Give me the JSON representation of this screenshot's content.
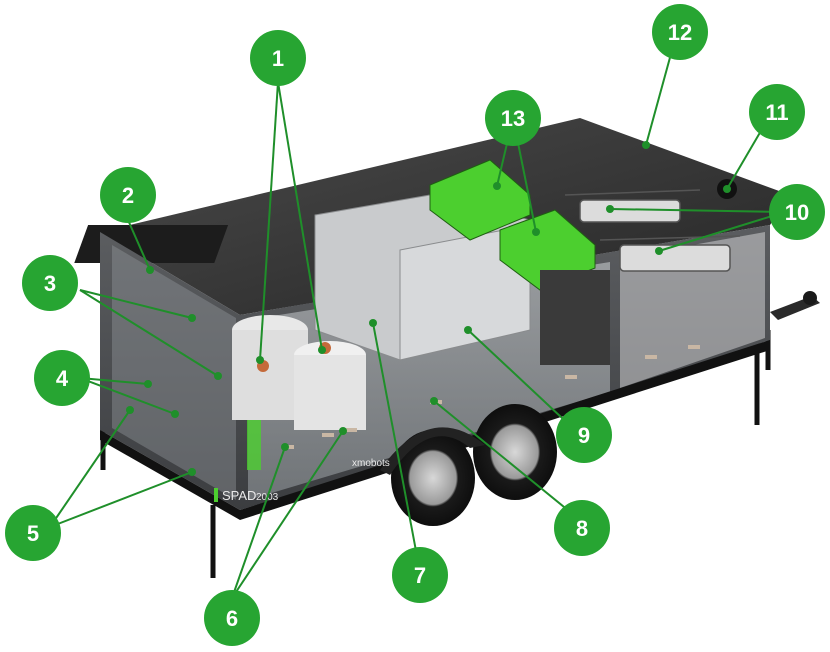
{
  "diagram": {
    "branding": {
      "model": "SPAD",
      "model_number": "2003",
      "maker": "xmobots"
    },
    "callouts": [
      {
        "id": "1",
        "label": "1"
      },
      {
        "id": "2",
        "label": "2"
      },
      {
        "id": "3",
        "label": "3"
      },
      {
        "id": "4",
        "label": "4"
      },
      {
        "id": "5",
        "label": "5"
      },
      {
        "id": "6",
        "label": "6"
      },
      {
        "id": "7",
        "label": "7"
      },
      {
        "id": "8",
        "label": "8"
      },
      {
        "id": "9",
        "label": "9"
      },
      {
        "id": "10",
        "label": "10"
      },
      {
        "id": "11",
        "label": "11"
      },
      {
        "id": "12",
        "label": "12"
      },
      {
        "id": "13",
        "label": "13"
      }
    ],
    "colors": {
      "callout": "#27a532",
      "accent_green": "#4ccf2f",
      "trailer_body": "#2a2a2a",
      "roof": "#3a3a3a"
    }
  }
}
